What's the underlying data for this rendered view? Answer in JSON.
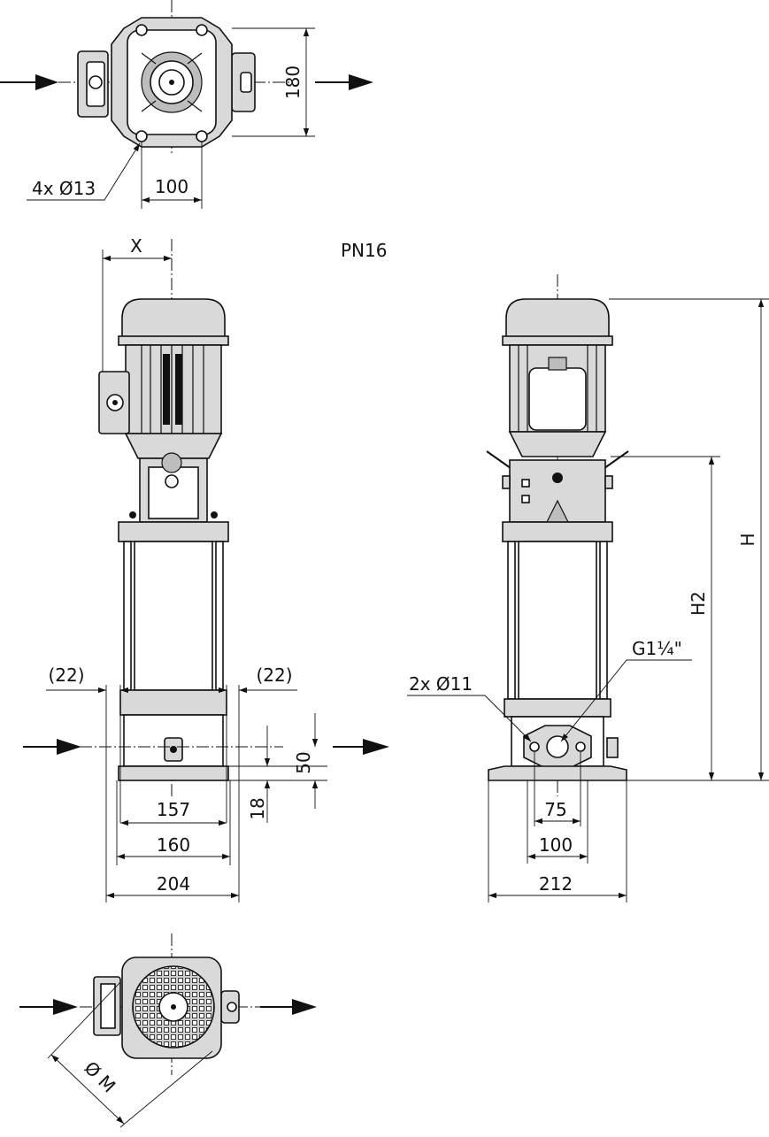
{
  "labels": {
    "pressure_rating": "PN16",
    "flange_holes_top": "4x Ø13",
    "dim_180": "180",
    "dim_100_top": "100",
    "dim_x": "X",
    "dim_22_left": "(22)",
    "dim_22_right": "(22)",
    "dim_50": "50",
    "dim_18": "18",
    "dim_157": "157",
    "dim_160": "160",
    "dim_204": "204",
    "dim_h": "H",
    "dim_h2": "H2",
    "thread": "G1¼\"",
    "base_holes": "2x Ø11",
    "dim_75": "75",
    "dim_100_side": "100",
    "dim_212": "212",
    "dim_diameter_m": "Ø M"
  },
  "colors": {
    "line": "#111111",
    "body_fill": "#d9d9d9",
    "shade_fill": "#bdbdbd",
    "background": "#ffffff"
  }
}
